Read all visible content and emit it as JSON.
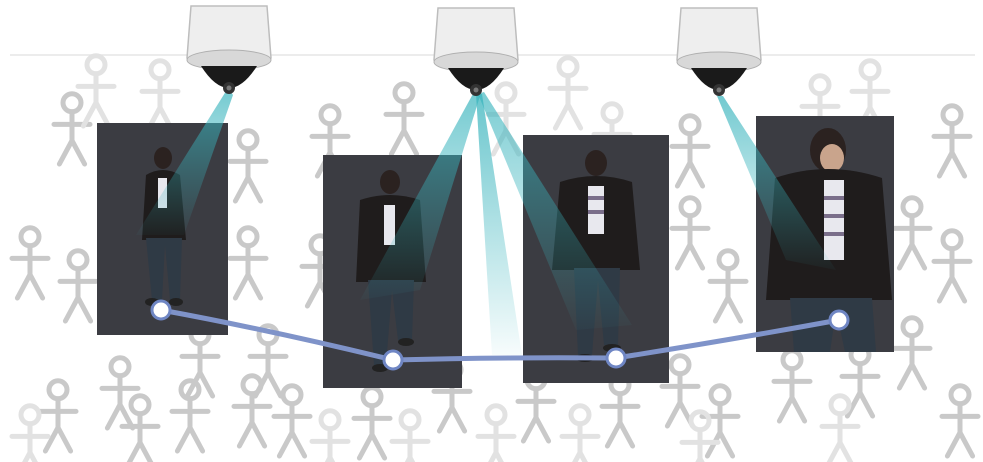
{
  "colors": {
    "beam": "#39b4bd",
    "track": "#7f93c9",
    "node_fill": "#ffffff",
    "node_stroke": "#6f86c4",
    "crowd": "#c9c9c9",
    "frame": "#3b3c42"
  },
  "cameras": [
    {
      "id": "cam-1",
      "icon": "dome-camera-icon"
    },
    {
      "id": "cam-2",
      "icon": "dome-camera-icon"
    },
    {
      "id": "cam-3",
      "icon": "dome-camera-icon"
    }
  ],
  "frames": [
    {
      "id": "frame-1",
      "subject": "person-walking-on-phone"
    },
    {
      "id": "frame-2",
      "subject": "person-walking-on-phone"
    },
    {
      "id": "frame-3",
      "subject": "person-walking"
    },
    {
      "id": "frame-4",
      "subject": "person-on-phone-closeup"
    }
  ],
  "track": {
    "nodes": 4
  }
}
